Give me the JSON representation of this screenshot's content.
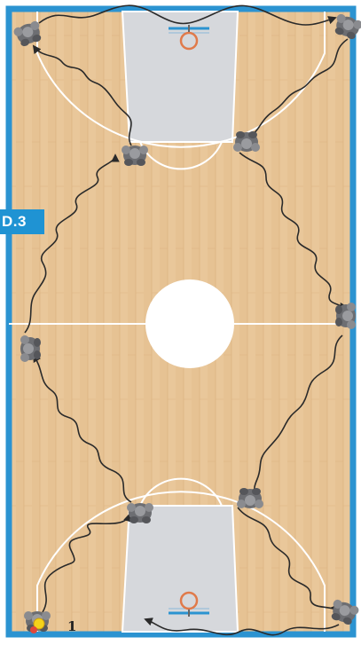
{
  "diagram": {
    "tag_label": "D.3",
    "player_number": "1",
    "players_count": 10
  },
  "colors": {
    "frame": "#2b93d1",
    "court_wood": "#e9c79a",
    "court_wood_dark": "#d9ae78",
    "paint": "#d6d8dc",
    "lines": "#ffffff",
    "rim": "#e07a4a",
    "backboard": "#2b93d1",
    "player": "#6d6e72",
    "ball": "#f4d21a",
    "path": "#2a2a2a"
  },
  "icons": {
    "player": "player-figure-icon",
    "ball": "basketball-icon",
    "basket_top": "basket-hoop-icon",
    "basket_bottom": "basket-hoop-icon"
  }
}
